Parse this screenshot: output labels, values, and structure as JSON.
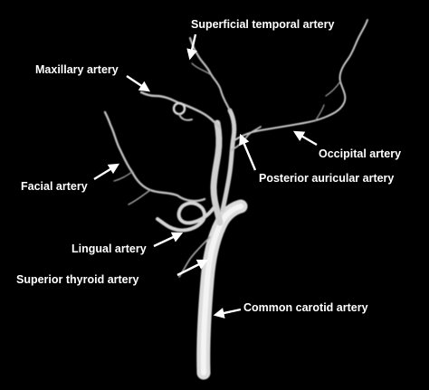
{
  "labels": {
    "superficial_temporal": "Superficial temporal artery",
    "maxillary": "Maxillary artery",
    "occipital": "Occipital artery",
    "posterior_auricular": "Posterior auricular artery",
    "facial": "Facial artery",
    "lingual": "Lingual artery",
    "superior_thyroid": "Superior thyroid artery",
    "common_carotid": "Common carotid artery"
  },
  "colors": {
    "background": "#000000",
    "label_text": "#ffffff",
    "arrow": "#ffffff",
    "vessel": "#e6e6e6"
  }
}
